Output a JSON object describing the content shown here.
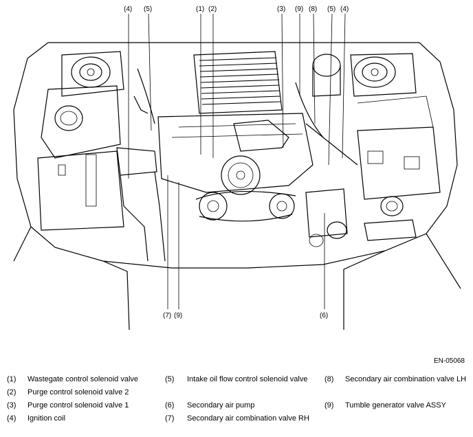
{
  "figure_id": "EN-05068",
  "callouts": {
    "top": [
      "(4)",
      "(5)",
      "(1)",
      "(2)",
      "(3)",
      "(9)",
      "(8)",
      "(5)",
      "(4)"
    ],
    "bottom_left": [
      "(7)",
      "(9)"
    ],
    "bottom_right": "(6)"
  },
  "legend": [
    {
      "num": "(1)",
      "text": "Wastegate control solenoid valve"
    },
    {
      "num": "(2)",
      "text": "Purge control solenoid valve 2"
    },
    {
      "num": "(3)",
      "text": "Purge control solenoid valve 1"
    },
    {
      "num": "(4)",
      "text": "Ignition coil"
    },
    {
      "num": "(5)",
      "text": "Intake oil flow control solenoid valve"
    },
    {
      "num": "(6)",
      "text": "Secondary air pump"
    },
    {
      "num": "(7)",
      "text": "Secondary air combination valve RH"
    },
    {
      "num": "(8)",
      "text": "Secondary air combination valve LH"
    },
    {
      "num": "(9)",
      "text": "Tumble generator valve ASSY"
    }
  ]
}
